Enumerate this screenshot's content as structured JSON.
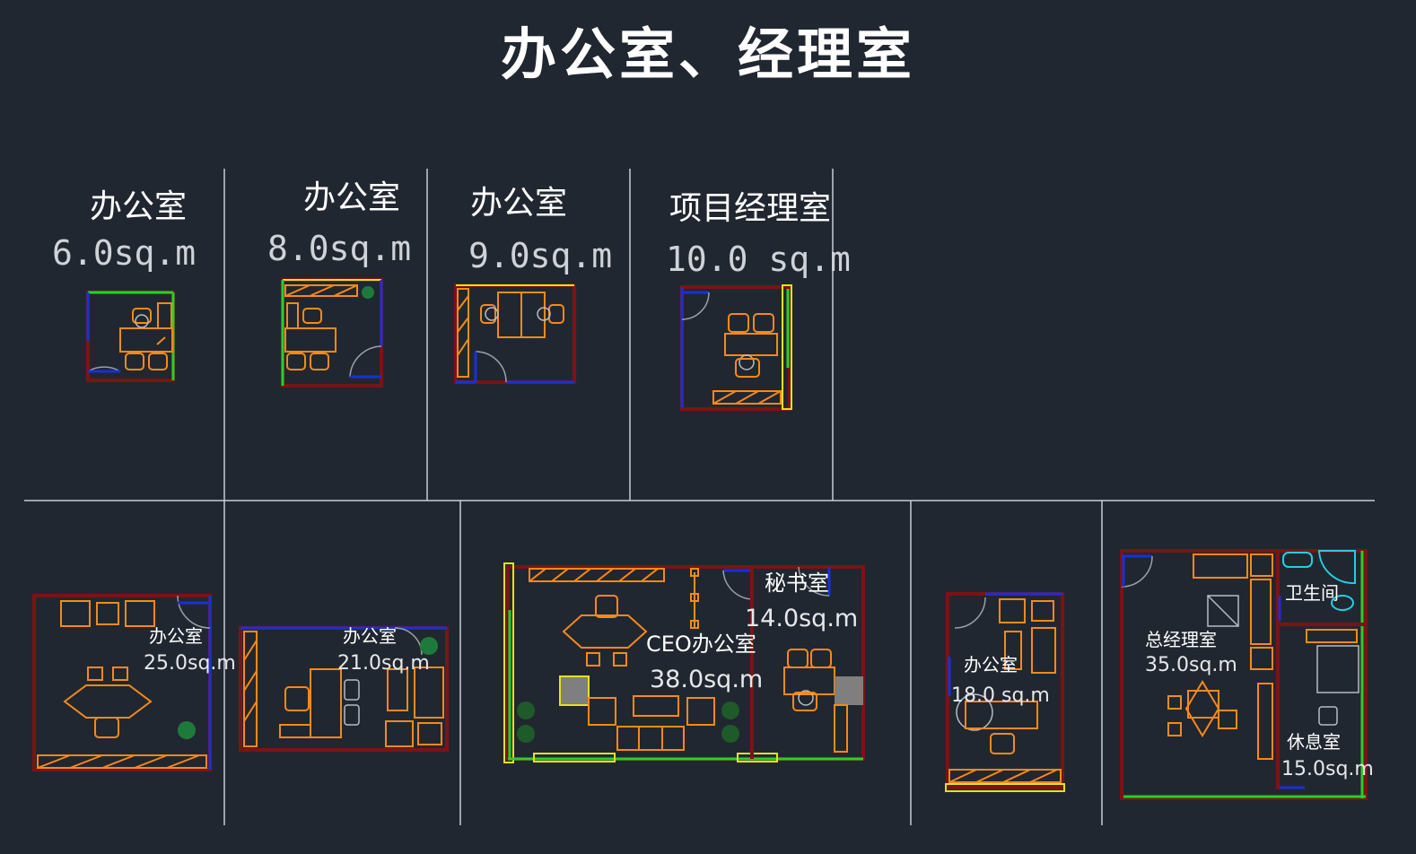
{
  "title": "办公室、经理室",
  "rooms": {
    "r1": {
      "name": "办公室",
      "area": "6.0sq.m"
    },
    "r2": {
      "name": "办公室",
      "area": "8.0sq.m"
    },
    "r3": {
      "name": "办公室",
      "area": "9.0sq.m"
    },
    "r4": {
      "name": "项目经理室",
      "area": "10.0  sq.m"
    },
    "r5": {
      "name": "办公室",
      "area": "25.0sq.m"
    },
    "r6": {
      "name": "办公室",
      "area": "21.0sq.m"
    },
    "r7": {
      "name": "CEO办公室",
      "area": "38.0sq.m"
    },
    "r8": {
      "name": "秘书室",
      "area": "14.0sq.m"
    },
    "r9": {
      "name": "办公室",
      "area": "18.0  sq.m"
    },
    "r10": {
      "name": "总经理室",
      "area": "35.0sq.m"
    },
    "r11": {
      "name": "卫生间"
    },
    "r12": {
      "name": "休息室",
      "area": "15.0sq.m"
    }
  },
  "colors": {
    "background": "#212730",
    "wall": "#7a1414",
    "window": "#27d02a",
    "door": "#1a2fd8",
    "furniture": "#f58a1a",
    "sanitary": "#22d0e0"
  }
}
